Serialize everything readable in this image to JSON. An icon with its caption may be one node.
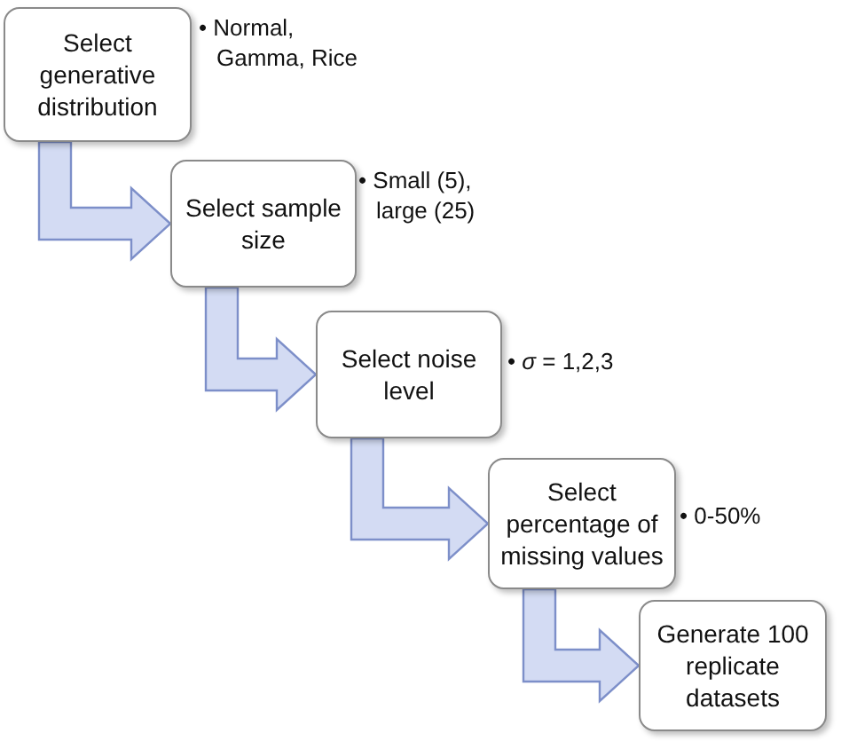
{
  "diagram": {
    "nodes": [
      {
        "text": [
          "Select generative distribution"
        ],
        "beside": [
          "• Normal, Gamma, Rice"
        ]
      },
      {
        "text": [
          "Select sample size"
        ],
        "beside": [
          "• Small (5), large (25)"
        ]
      },
      {
        "text": [
          "Select noise level"
        ],
        "beside": [
          "• *σ* = 1,2,3"
        ]
      },
      {
        "text": [
          "Select percentage of missing values"
        ],
        "beside": [
          "• 0-50%"
        ]
      },
      {
        "text": [
          "Generate 100 replicate datasets"
        ]
      }
    ],
    "edges": [
      {
        "from": 0,
        "to": 1,
        "arrow": "to"
      },
      {
        "from": 1,
        "to": 2,
        "arrow": "to"
      },
      {
        "from": 2,
        "to": 3,
        "arrow": "to"
      },
      {
        "from": 3,
        "to": 4,
        "arrow": "to"
      }
    ]
  }
}
